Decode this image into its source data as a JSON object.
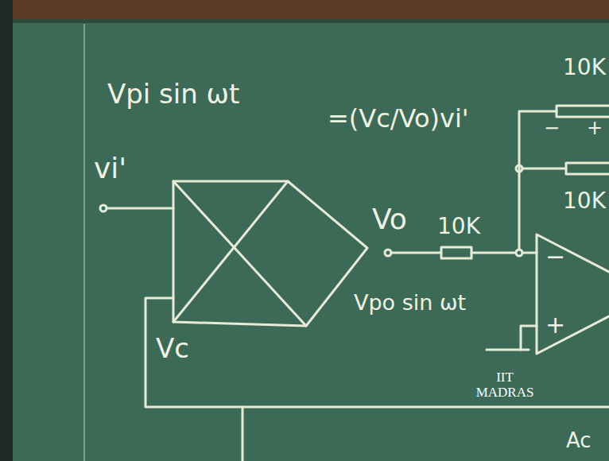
{
  "diagram": {
    "labels": [
      "Vpi sin ωt",
      "10K",
      "=(Vc/Vo)vi'",
      "−",
      "+",
      "vi'",
      "10K",
      "Vo",
      "10K",
      "−",
      "Vpo sin ωt",
      "+",
      "Vc",
      "IIT MADRAS",
      "Ac"
    ]
  }
}
